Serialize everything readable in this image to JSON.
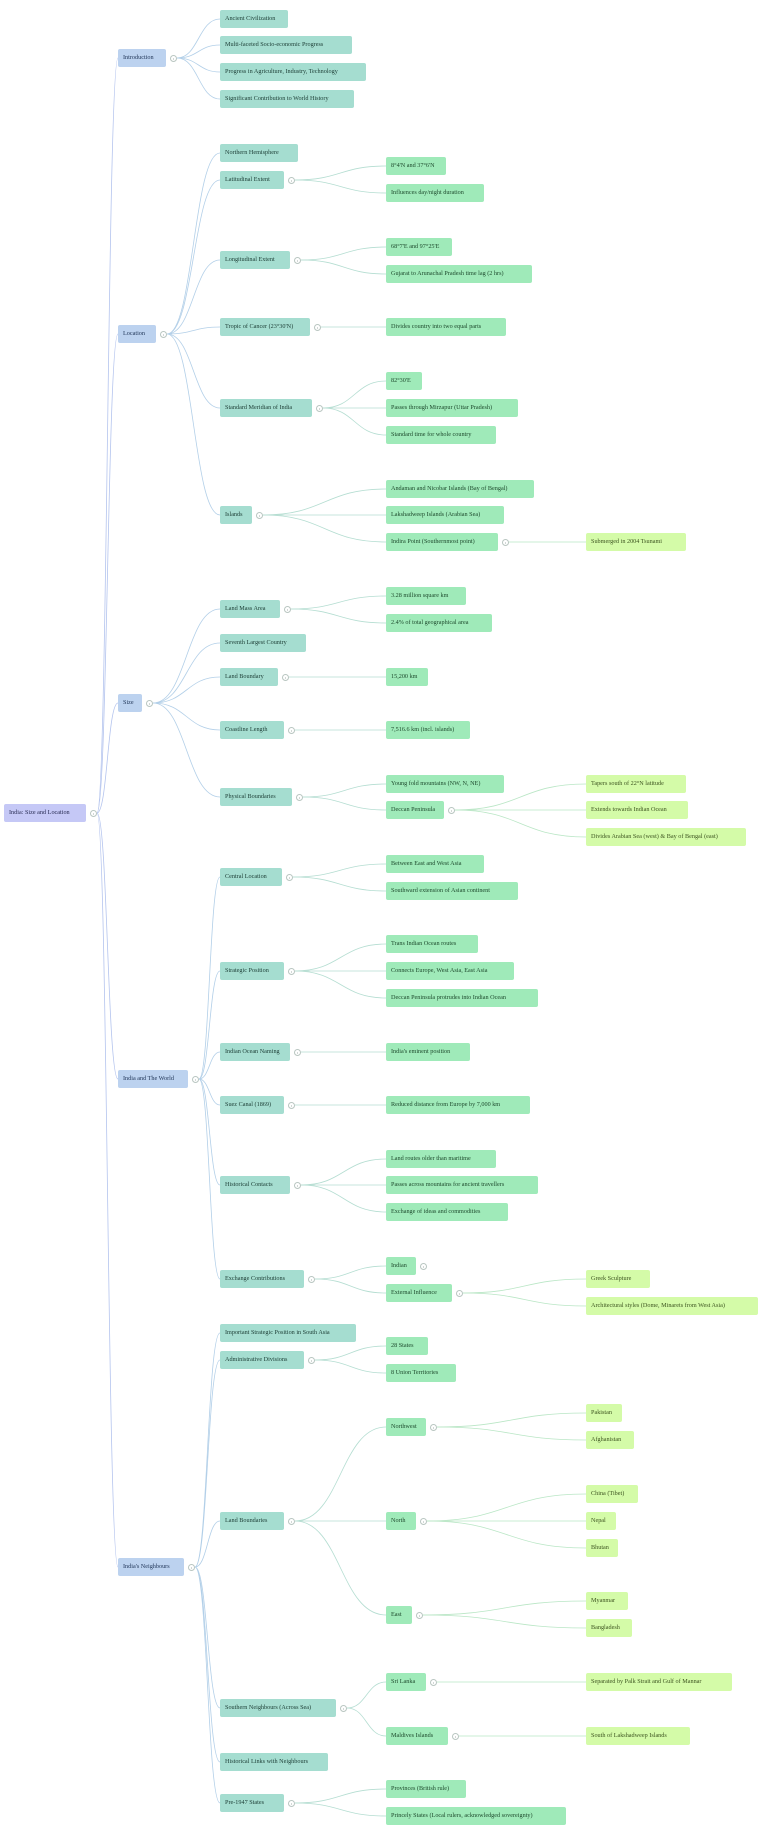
{
  "root": {
    "label": "India: Size and Location",
    "children": [
      {
        "label": "Introduction",
        "children": [
          {
            "label": "Ancient Civilization"
          },
          {
            "label": "Multi-faceted Socio-economic Progress"
          },
          {
            "label": "Progress in Agriculture, Industry, Technology"
          },
          {
            "label": "Significant Contribution to World History"
          }
        ]
      },
      {
        "label": "Location",
        "children": [
          {
            "label": "Northern Hemisphere"
          },
          {
            "label": "Latitudinal Extent",
            "children": [
              {
                "label": "8°4'N and 37°6'N"
              },
              {
                "label": "Influences day/night duration"
              }
            ]
          },
          {
            "label": "Longitudinal Extent",
            "children": [
              {
                "label": "68°7'E and 97°25'E"
              },
              {
                "label": "Gujarat to Arunachal Pradesh time lag (2 hrs)"
              }
            ]
          },
          {
            "label": "Tropic of Cancer (23°30'N)",
            "children": [
              {
                "label": "Divides country into two equal parts"
              }
            ]
          },
          {
            "label": "Standard Meridian of India",
            "children": [
              {
                "label": "82°30'E"
              },
              {
                "label": "Passes through Mirzapur (Uttar Pradesh)"
              },
              {
                "label": "Standard time for whole country"
              }
            ]
          },
          {
            "label": "Islands",
            "children": [
              {
                "label": "Andaman and Nicobar Islands (Bay of Bengal)"
              },
              {
                "label": "Lakshadweep Islands (Arabian Sea)"
              },
              {
                "label": "Indira Point (Southernmost point)",
                "children": [
                  {
                    "label": "Submerged in 2004 Tsunami"
                  }
                ]
              }
            ]
          }
        ]
      },
      {
        "label": "Size",
        "children": [
          {
            "label": "Land Mass Area",
            "children": [
              {
                "label": "3.28 million square km"
              },
              {
                "label": "2.4% of total geographical area"
              }
            ]
          },
          {
            "label": "Seventh Largest Country"
          },
          {
            "label": "Land Boundary",
            "children": [
              {
                "label": "15,200 km"
              }
            ]
          },
          {
            "label": "Coastline Length",
            "children": [
              {
                "label": "7,516.6 km (incl. islands)"
              }
            ]
          },
          {
            "label": "Physical Boundaries",
            "children": [
              {
                "label": "Young fold mountains (NW, N, NE)"
              },
              {
                "label": "Deccan Peninsula",
                "children": [
                  {
                    "label": "Tapers south of 22°N latitude"
                  },
                  {
                    "label": "Extends towards Indian Ocean"
                  },
                  {
                    "label": "Divides Arabian Sea (west) & Bay of Bengal (east)"
                  }
                ]
              }
            ]
          }
        ]
      },
      {
        "label": "India and The World",
        "children": [
          {
            "label": "Central Location",
            "children": [
              {
                "label": "Between East and West Asia"
              },
              {
                "label": "Southward extension of Asian continent"
              }
            ]
          },
          {
            "label": "Strategic Position",
            "children": [
              {
                "label": "Trans Indian Ocean routes"
              },
              {
                "label": "Connects Europe, West Asia, East Asia"
              },
              {
                "label": "Deccan Peninsula protrudes into Indian Ocean"
              }
            ]
          },
          {
            "label": "Indian Ocean Naming",
            "children": [
              {
                "label": "India's eminent position"
              }
            ]
          },
          {
            "label": "Suez Canal (1869)",
            "children": [
              {
                "label": "Reduced distance from Europe by 7,000 km"
              }
            ]
          },
          {
            "label": "Historical Contacts",
            "children": [
              {
                "label": "Land routes older than maritime"
              },
              {
                "label": "Passes across mountains for ancient travellers"
              },
              {
                "label": "Exchange of ideas and commodities"
              }
            ]
          },
          {
            "label": "Exchange Contributions",
            "children": [
              {
                "label": "Indian",
                "toggle": true
              },
              {
                "label": "External Influence",
                "children": [
                  {
                    "label": "Greek Sculpture"
                  },
                  {
                    "label": "Architectural styles (Dome, Minarets from West Asia)"
                  }
                ]
              }
            ]
          }
        ]
      },
      {
        "label": "India's Neighbours",
        "children": [
          {
            "label": "Important Strategic Position in South Asia"
          },
          {
            "label": "Administrative Divisions",
            "children": [
              {
                "label": "28 States"
              },
              {
                "label": "8 Union Territories"
              }
            ]
          },
          {
            "label": "Land Boundaries",
            "children": [
              {
                "label": "Northwest",
                "children": [
                  {
                    "label": "Pakistan"
                  },
                  {
                    "label": "Afghanistan"
                  }
                ]
              },
              {
                "label": "North",
                "children": [
                  {
                    "label": "China (Tibet)"
                  },
                  {
                    "label": "Nepal"
                  },
                  {
                    "label": "Bhutan"
                  }
                ]
              },
              {
                "label": "East",
                "children": [
                  {
                    "label": "Myanmar"
                  },
                  {
                    "label": "Bangladesh"
                  }
                ]
              }
            ]
          },
          {
            "label": "Southern Neighbours (Across Sea)",
            "children": [
              {
                "label": "Sri Lanka",
                "children": [
                  {
                    "label": "Separated by Palk Strait and Gulf of Mannar"
                  }
                ]
              },
              {
                "label": "Maldives Islands",
                "children": [
                  {
                    "label": "South of Lakshadweep Islands"
                  }
                ]
              }
            ]
          },
          {
            "label": "Historical Links with Neighbours"
          },
          {
            "label": "Pre-1947 States",
            "children": [
              {
                "label": "Provinces (British rule)"
              },
              {
                "label": "Princely States (Local rulers, acknowledged sovereignty)"
              }
            ]
          }
        ]
      }
    ]
  }
}
